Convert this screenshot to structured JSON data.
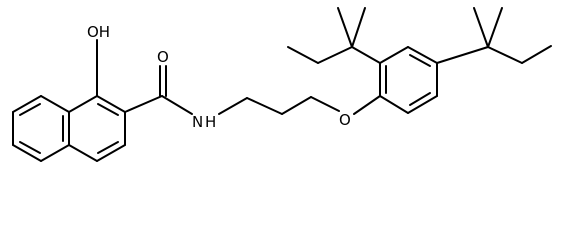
{
  "molecule": {
    "hydroxyl_label": "OH",
    "carbonyl_oxygen_label": "O",
    "amide_nitrogen_label": "N",
    "amide_hydrogen_label": "H",
    "ether_oxygen_label": "O"
  },
  "colors": {
    "bond": "#000000",
    "text": "#000000",
    "background": "#ffffff"
  }
}
